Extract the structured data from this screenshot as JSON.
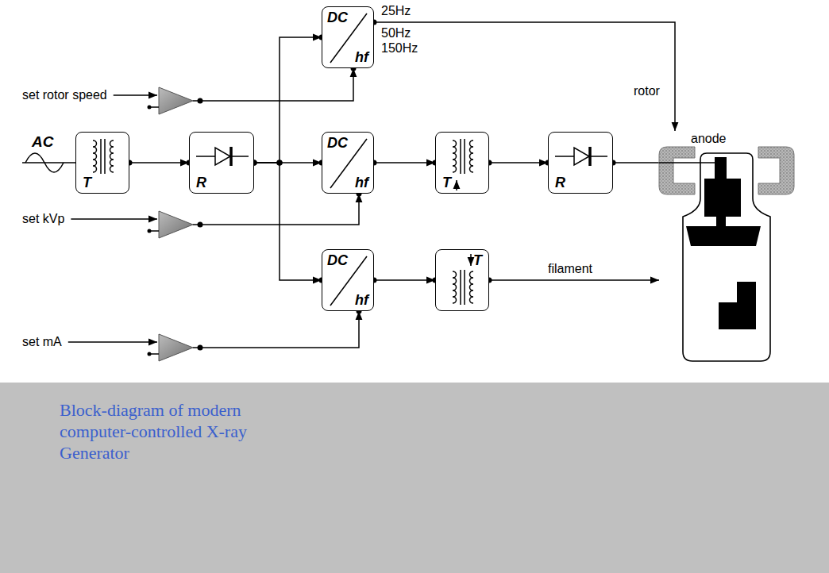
{
  "diagram": {
    "caption": "Block-diagram of modern computer-controlled X-ray Generator",
    "nodes": [
      {
        "text": [
          "DC",
          "hf"
        ]
      },
      {
        "text": [
          "set rotor speed"
        ]
      },
      {
        "text": [
          "T"
        ]
      },
      {
        "text": [
          "R"
        ]
      },
      {
        "text": [
          "DC",
          "hf"
        ]
      },
      {
        "text": [
          "T"
        ]
      },
      {
        "text": [
          "R"
        ]
      },
      {
        "text": [
          "anode"
        ]
      },
      {
        "text": [
          "set kVp"
        ]
      },
      {
        "text": [
          "DC",
          "hf"
        ]
      },
      {
        "text": [
          "T"
        ]
      },
      {
        "text": [
          "set mA"
        ]
      }
    ],
    "edges": [
      {
        "from": 2,
        "to": 3,
        "arrow": "to"
      },
      {
        "from": 3,
        "to": 0,
        "arrow": "to"
      },
      {
        "from": 3,
        "to": 4,
        "arrow": "to"
      },
      {
        "from": 3,
        "to": 9,
        "arrow": "to"
      },
      {
        "from": 1,
        "to": 0,
        "arrow": "to"
      },
      {
        "from": 8,
        "to": 4,
        "arrow": "to"
      },
      {
        "from": 11,
        "to": 9,
        "arrow": "to"
      },
      {
        "from": 0,
        "to": 7,
        "label": "rotor",
        "arrow": "to"
      },
      {
        "from": 4,
        "to": 5,
        "arrow": "to"
      },
      {
        "from": 5,
        "to": 6,
        "arrow": "to"
      },
      {
        "from": 6,
        "to": 7,
        "arrow": "none"
      },
      {
        "from": 9,
        "to": 10,
        "arrow": "to"
      },
      {
        "from": 10,
        "to": 7,
        "label": "filament",
        "arrow": "to"
      }
    ],
    "labels": [
      "AC",
      "25Hz",
      "50Hz",
      "150Hz"
    ]
  }
}
